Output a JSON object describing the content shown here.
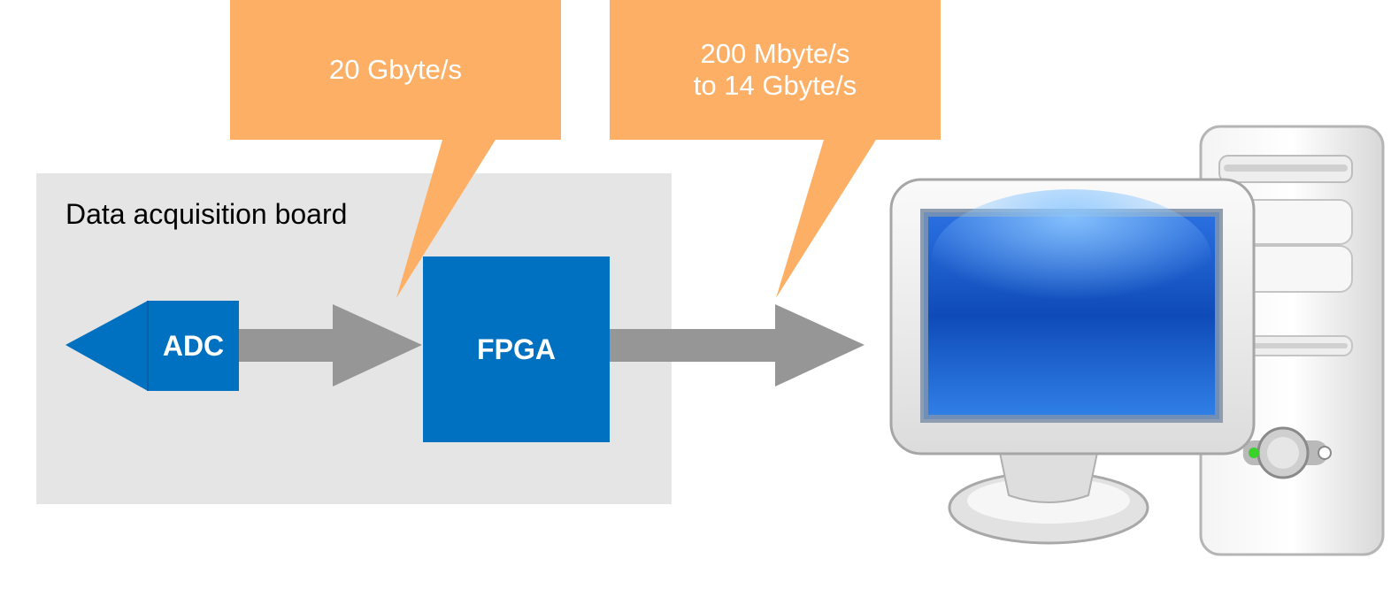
{
  "board": {
    "label": "Data acquisition board"
  },
  "adc": {
    "label": "ADC"
  },
  "fpga": {
    "label": "FPGA"
  },
  "callouts": {
    "adc_to_fpga": {
      "lines": [
        "20 Gbyte/s"
      ]
    },
    "fpga_to_pc": {
      "lines": [
        "200 Mbyte/s",
        "to 14 Gbyte/s"
      ]
    }
  },
  "colors": {
    "callout_fill": "#fdb065",
    "board_fill": "#e5e5e5",
    "chip_fill": "#0070c0",
    "arrow_fill": "#969696",
    "screen_blue": "#1e5fd0"
  },
  "icons": {
    "computer": "desktop-computer-icon"
  }
}
